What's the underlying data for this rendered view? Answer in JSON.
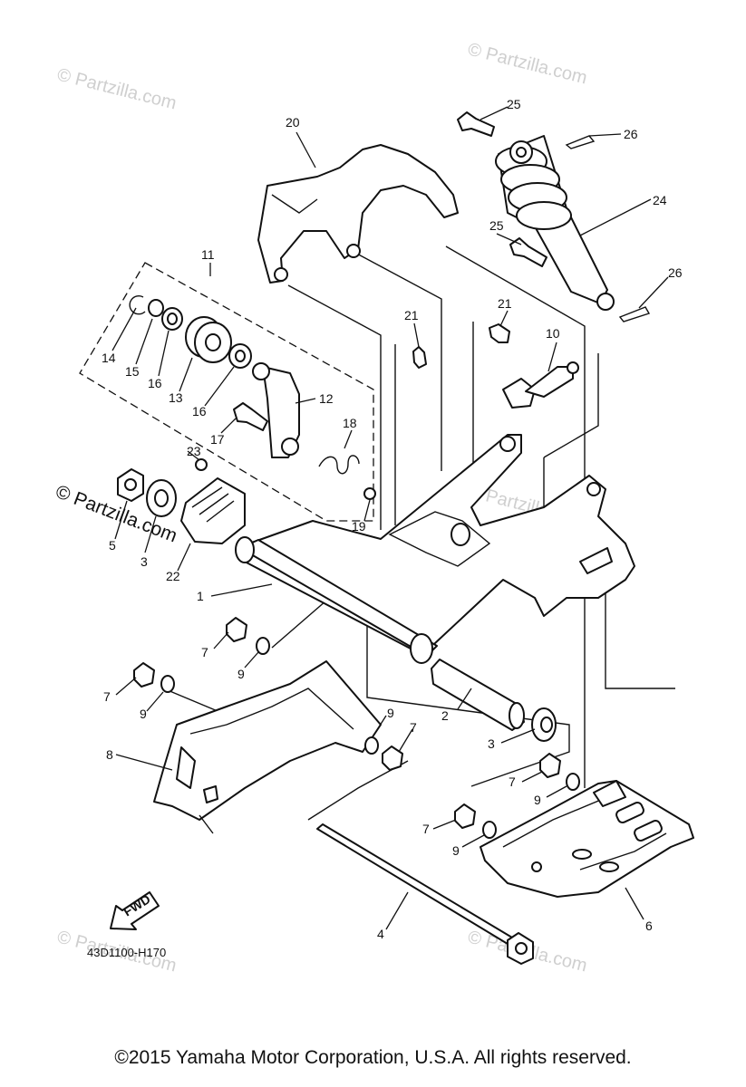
{
  "watermarks": {
    "corner": "© Partzilla.com",
    "main": "© Partzilla.com"
  },
  "figure_code": "43D1100-H170",
  "fwd_label": "FWD",
  "copyright": "©2015  Yamaha Motor Corporation, U.S.A. All rights reserved.",
  "callouts": {
    "c1": "1",
    "c2": "2",
    "c3a": "3",
    "c3b": "3",
    "c4": "4",
    "c5": "5",
    "c6": "6",
    "c7a": "7",
    "c7b": "7",
    "c7c": "7",
    "c7d": "7",
    "c7e": "7",
    "c8": "8",
    "c9a": "9",
    "c9b": "9",
    "c9c": "9",
    "c9d": "9",
    "c9e": "9",
    "c10": "10",
    "c11": "11",
    "c12": "12",
    "c13": "13",
    "c14": "14",
    "c15": "15",
    "c16a": "16",
    "c16b": "16",
    "c17": "17",
    "c18": "18",
    "c19": "19",
    "c20": "20",
    "c21a": "21",
    "c21b": "21",
    "c22": "22",
    "c23": "23",
    "c24": "24",
    "c25a": "25",
    "c25b": "25",
    "c26a": "26",
    "c26b": "26"
  }
}
